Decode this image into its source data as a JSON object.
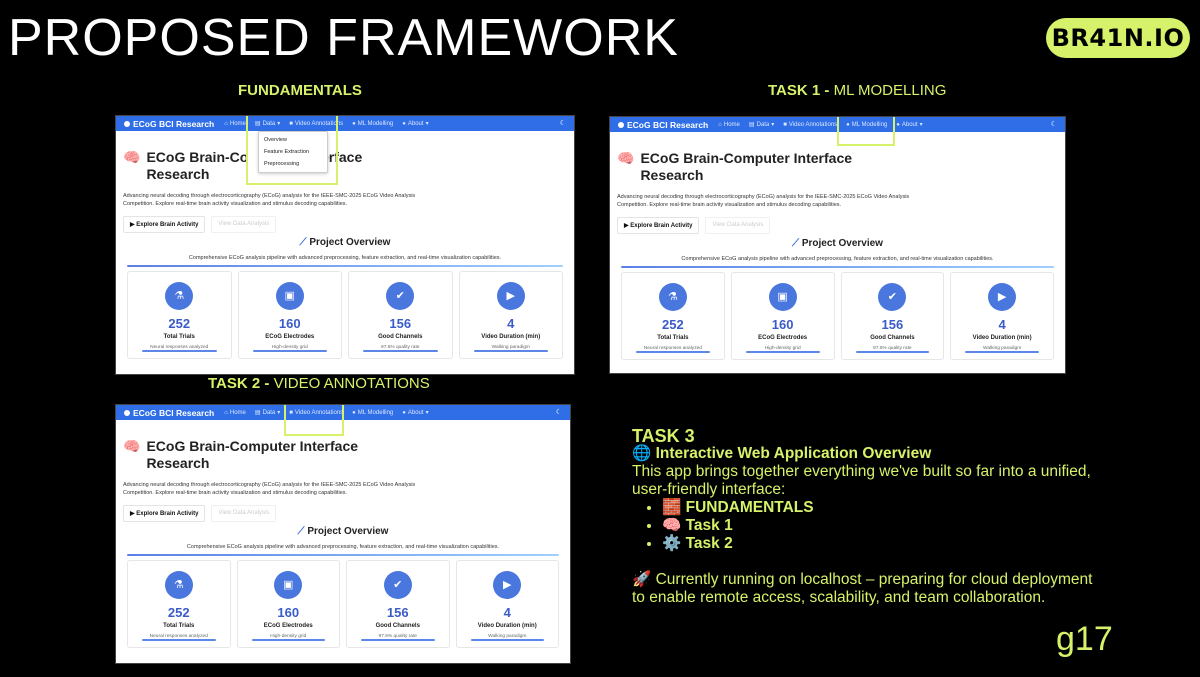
{
  "slide": {
    "title": "PROPOSED FRAMEWORK",
    "logo": "BR41N.IO",
    "footer_tag": "g17"
  },
  "captions": {
    "fundamentals": "FUNDAMENTALS",
    "task1_bold": "TASK 1 -",
    "task1_rest": " ML MODELLING",
    "task2_bold": "TASK 2 -",
    "task2_rest": " VIDEO ANNOTATIONS"
  },
  "app": {
    "brand": "ECoG BCI Research",
    "nav": [
      "Home",
      "Data",
      "Video Annotations",
      "ML Modelling",
      "About"
    ],
    "dropdown": [
      "Overview",
      "Feature Extraction",
      "Preprocessing"
    ],
    "hero_title": "ECoG Brain-Computer Interface Research",
    "hero_title_a_line1": "ECoG Brain-Co",
    "hero_title_a_line1b": "terface",
    "hero_title_line2": "Research",
    "hero_sub": "Advancing neural decoding through electrocorticography (ECoG) analysis for the IEEE-SMC-2025 ECoG Video Analysis Competition. Explore real-time brain activity visualization and stimulus decoding capabilities.",
    "btn_explore": "▶ Explore Brain Activity",
    "btn_view": "View Data Analysis",
    "overview_title": "Project Overview",
    "overview_sub": "Comprehensive ECoG analysis pipeline with advanced preprocessing, feature extraction, and real-time visualization capabilities.",
    "cards": [
      {
        "icon": "flask-icon",
        "glyph": "⚗",
        "value": "252",
        "label": "Total Trials",
        "note": "Neural responses analyzed"
      },
      {
        "icon": "chip-icon",
        "glyph": "▣",
        "value": "160",
        "label": "ECoG Electrodes",
        "note": "High-density grid"
      },
      {
        "icon": "check-icon",
        "glyph": "✔",
        "value": "156",
        "label": "Good Channels",
        "note": "97.5% quality rate"
      },
      {
        "icon": "video-icon",
        "glyph": "▶",
        "value": "4",
        "label": "Video Duration (min)",
        "note": "Walking paradigm"
      }
    ]
  },
  "task3": {
    "heading": "TASK 3",
    "subheading": "🌐 Interactive Web Application Overview",
    "intro": "This app brings together everything we've built so far into a unified, user-friendly interface:",
    "items": [
      "🧱 FUNDAMENTALS",
      "🧠 Task 1",
      "⚙️ Task 2"
    ],
    "outro": "🚀 Currently running on localhost – preparing for cloud deployment to enable remote access, scalability, and team collaboration."
  }
}
